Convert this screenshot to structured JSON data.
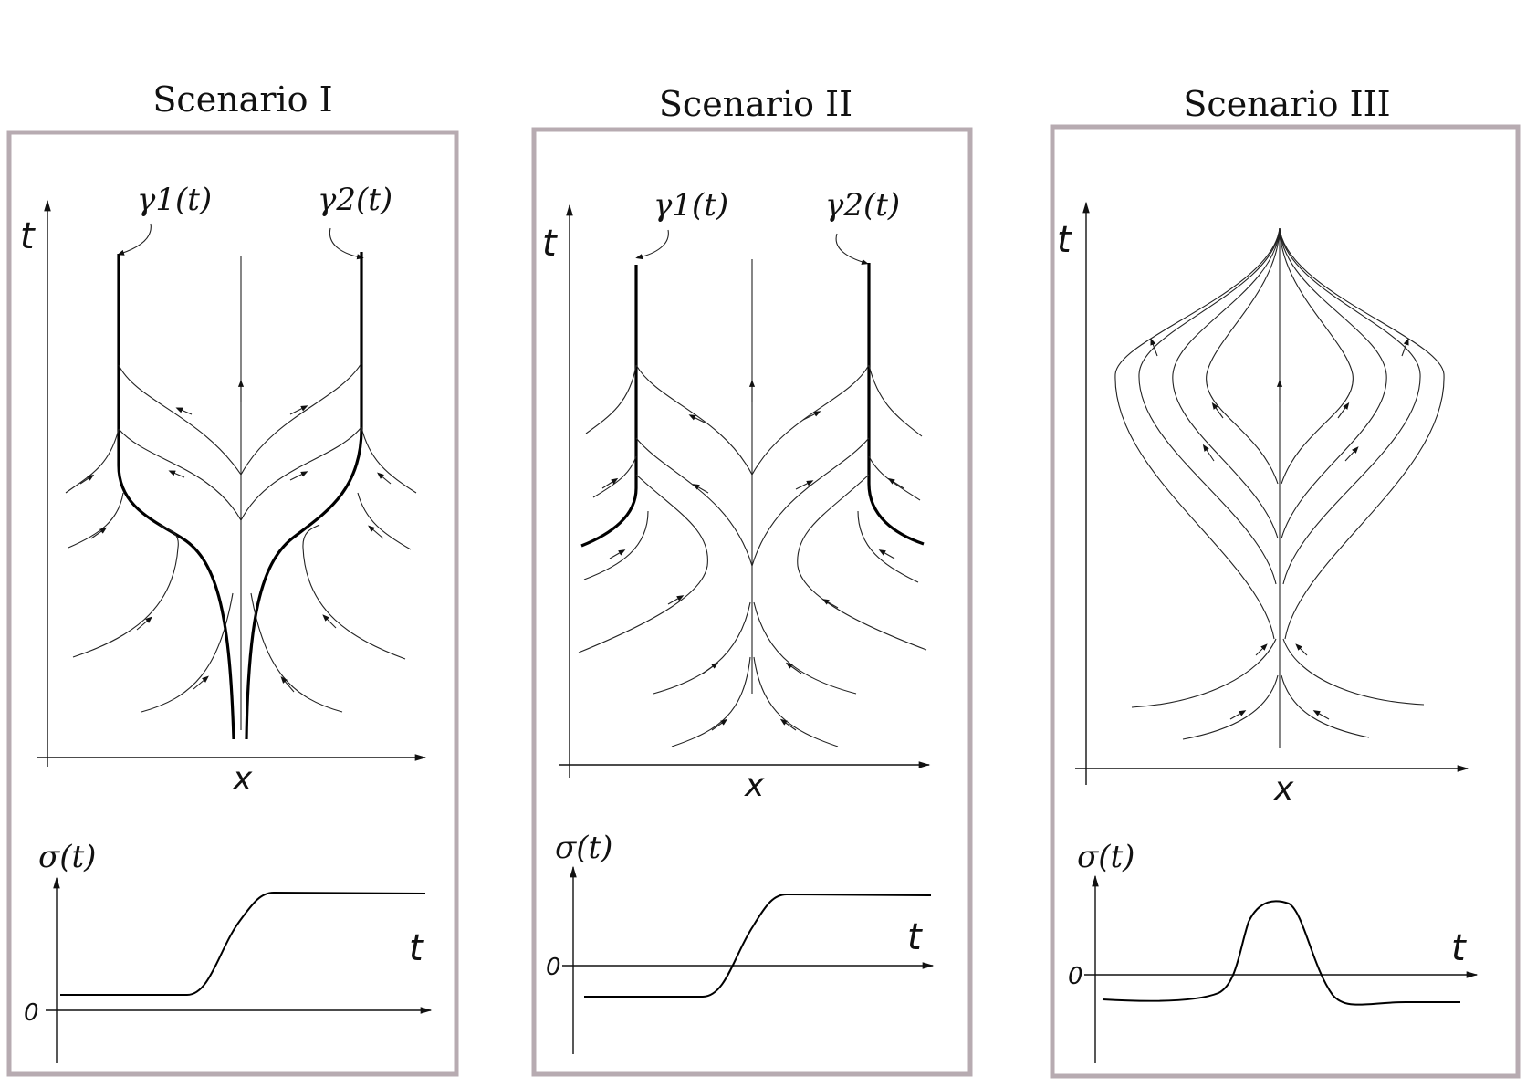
{
  "figure": {
    "panels": [
      {
        "title": "Scenario I",
        "t_axis_label": "t",
        "x_axis_label": "x",
        "gamma1_label": "γ1(t)",
        "gamma2_label": "γ2(t)",
        "sigma_label": "σ(t)",
        "sigma_t_label": "t",
        "zero_label": "0"
      },
      {
        "title": "Scenario II",
        "t_axis_label": "t",
        "x_axis_label": "x",
        "gamma1_label": "γ1(t)",
        "gamma2_label": "γ2(t)",
        "sigma_label": "σ(t)",
        "sigma_t_label": "t",
        "zero_label": "0"
      },
      {
        "title": "Scenario III",
        "t_axis_label": "t",
        "x_axis_label": "x",
        "sigma_label": "σ(t)",
        "sigma_t_label": "t",
        "zero_label": "0"
      }
    ],
    "colors": {
      "frame": "#b7abb1",
      "ink": "#111111"
    }
  }
}
